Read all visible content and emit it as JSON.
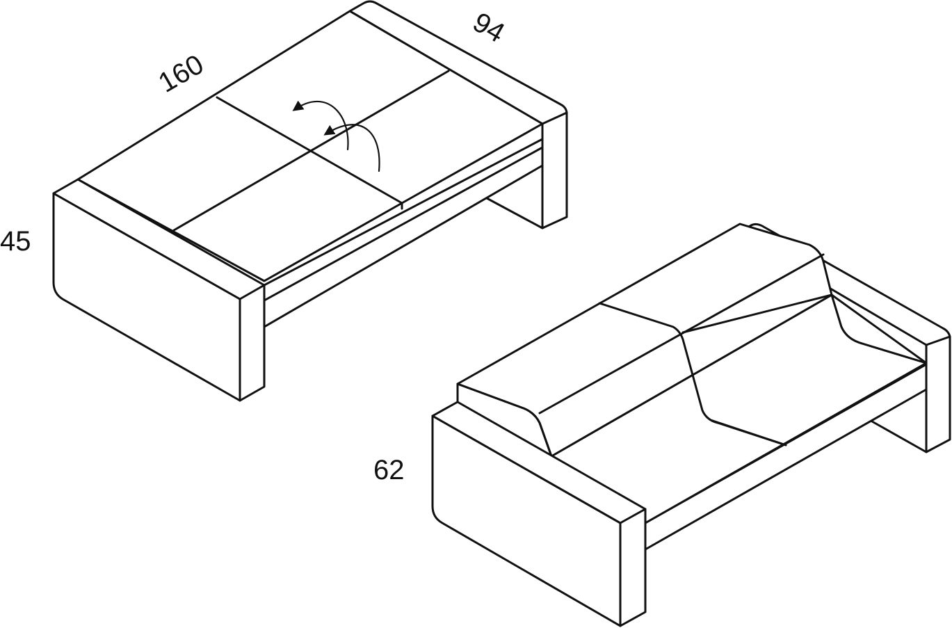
{
  "dimensions": {
    "length": "160",
    "depth": "94",
    "bed_height": "45",
    "sofa_height": "62"
  }
}
